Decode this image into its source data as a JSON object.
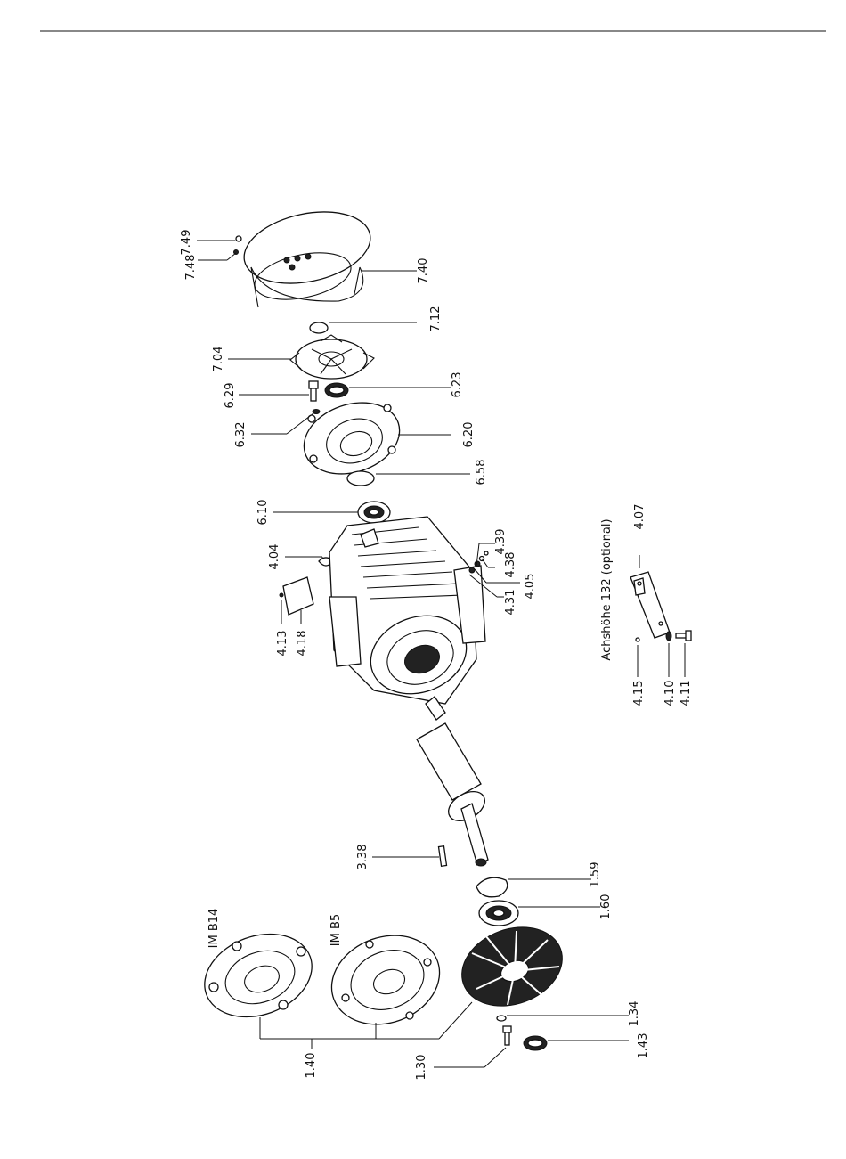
{
  "callouts": {
    "p749": "7.49",
    "p748": "7.48",
    "p740": "7.40",
    "p712": "7.12",
    "p704": "7.04",
    "p629": "6.29",
    "p623": "6.23",
    "p632": "6.32",
    "p620": "6.20",
    "p658": "6.58",
    "p610": "6.10",
    "p404": "4.04",
    "p439": "4.39",
    "p438": "4.38",
    "p405": "4.05",
    "p431": "4.31",
    "p413": "4.13",
    "p418": "4.18",
    "p407": "4.07",
    "p415": "4.15",
    "p410": "4.10",
    "p411": "4.11",
    "p338": "3.38",
    "p159": "1.59",
    "p160": "1.60",
    "p134": "1.34",
    "p143": "1.43",
    "p130": "1.30",
    "p140": "1.40"
  },
  "notes": {
    "optional": "Achshöhe 132 (optional)",
    "imb14": "IM B14",
    "imb5": "IM B5"
  }
}
